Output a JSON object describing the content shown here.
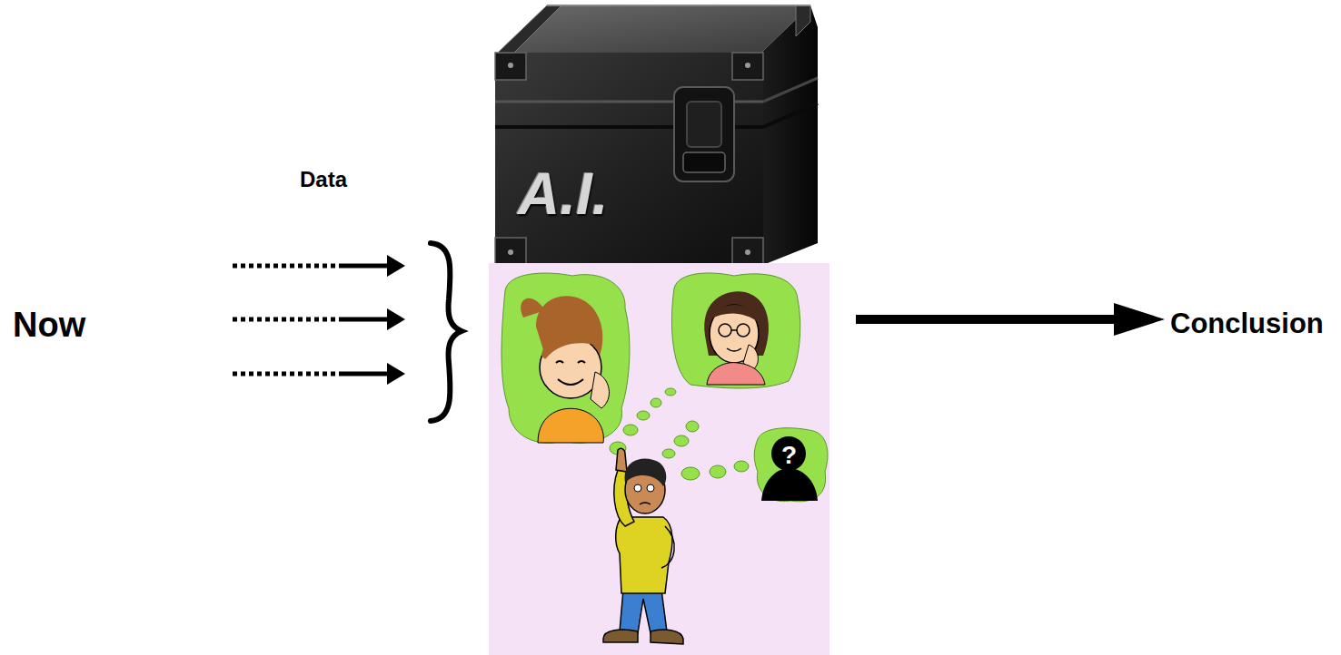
{
  "diagram": {
    "labels": [
      "A.I.",
      "Data",
      "Now",
      "?",
      "Conclusion"
    ]
  }
}
